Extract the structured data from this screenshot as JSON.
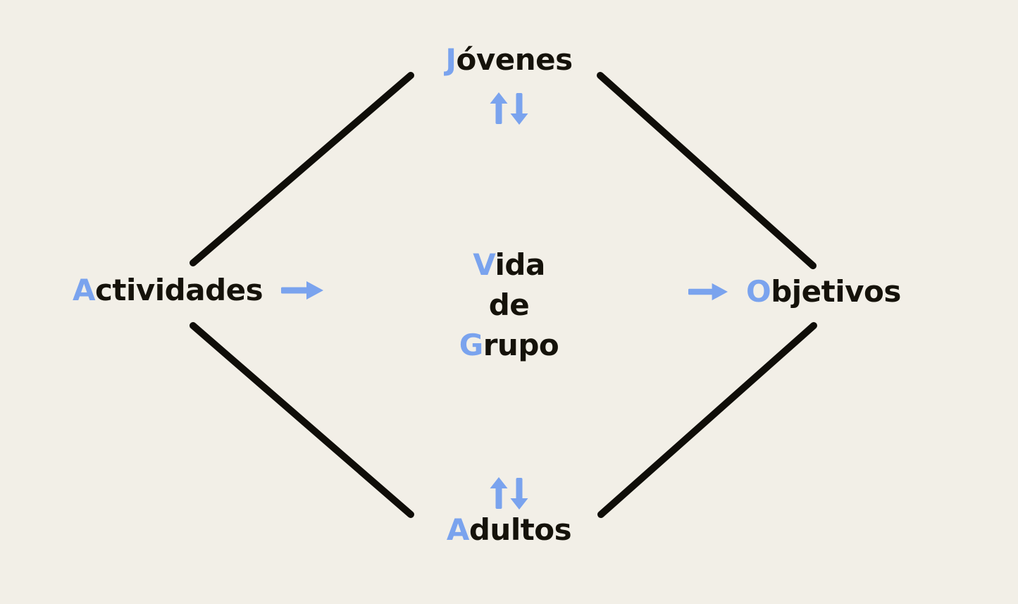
{
  "palette": {
    "background": "#f2efe7",
    "ink": "#15120a",
    "accent": "#7aa3ee",
    "line": "#0f0d08"
  },
  "nodes": {
    "top": {
      "accent": "J",
      "rest": "óvenes"
    },
    "left": {
      "accent": "A",
      "rest": "ctividades"
    },
    "right": {
      "accent": "O",
      "rest": "bjetivos"
    },
    "bottom": {
      "accent": "A",
      "rest": "dultos"
    }
  },
  "center": {
    "lines": [
      {
        "accent": "V",
        "rest": "ida"
      },
      {
        "accent": "",
        "rest": "de"
      },
      {
        "accent": "G",
        "rest": "rupo"
      }
    ]
  },
  "icons": {
    "up-down-arrows-icon": "⬆⬇",
    "right-arrow-icon": "➡"
  }
}
